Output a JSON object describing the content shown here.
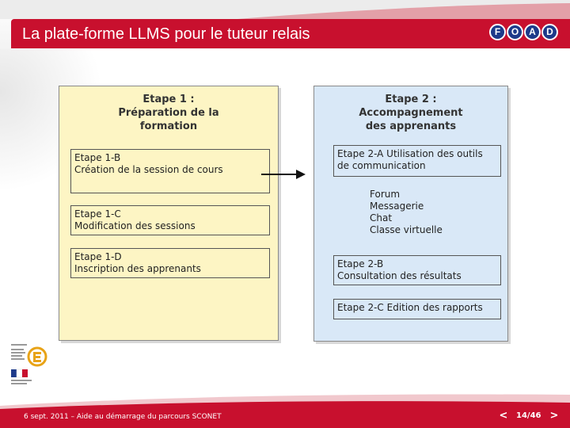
{
  "header": {
    "title": "La plate-forme LLMS pour le tuteur relais",
    "logo_letters": [
      "F",
      "O",
      "A",
      "D"
    ],
    "accent_color": "#c8102e",
    "logo_color": "#1d3a8a"
  },
  "diagram": {
    "left_panel": {
      "title_lines": [
        "Etape 1 :",
        "Préparation de la",
        "formation"
      ],
      "steps": [
        {
          "lines": [
            "Etape 1-B",
            "Création de la session de cours"
          ]
        },
        {
          "lines": [
            "Etape 1-C",
            "Modification des sessions"
          ]
        },
        {
          "lines": [
            "Etape 1-D",
            "Inscription des apprenants"
          ]
        }
      ],
      "color": "#fdf5c4"
    },
    "right_panel": {
      "title_lines": [
        "Etape 2 :",
        "Accompagnement",
        "des apprenants"
      ],
      "step_a": {
        "lines": [
          "Etape 2-A Utilisation des outils",
          "de communication"
        ]
      },
      "tools": [
        "Forum",
        "Messagerie",
        "Chat",
        "Classe virtuelle"
      ],
      "step_b": {
        "lines": [
          "Etape 2-B",
          "Consultation des résultats"
        ]
      },
      "step_c": {
        "lines": [
          "Etape 2-C Edition des rapports"
        ]
      },
      "color": "#d9e8f7"
    },
    "arrow_icon": "arrow-right-icon"
  },
  "footer": {
    "text": "6 sept. 2011 – Aide au démarrage du parcours SCONET",
    "page_counter": "14/46",
    "prev_icon": "chevron-left-icon",
    "next_icon": "chevron-right-icon"
  }
}
